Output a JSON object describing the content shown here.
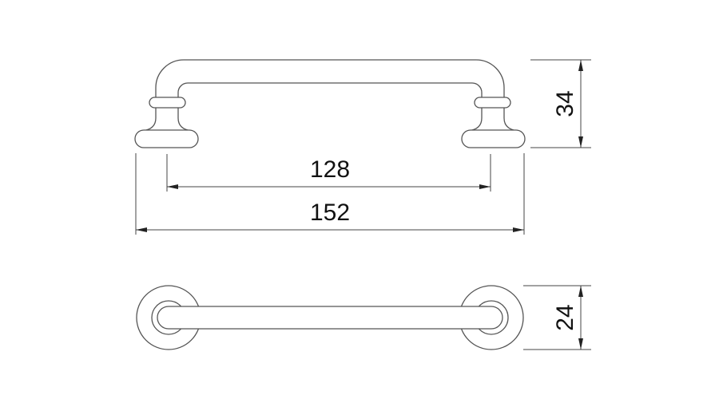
{
  "drawing": {
    "dimensions": {
      "hole_spacing": "128",
      "overall_length": "152",
      "height": "34",
      "base_diameter": "24"
    }
  }
}
